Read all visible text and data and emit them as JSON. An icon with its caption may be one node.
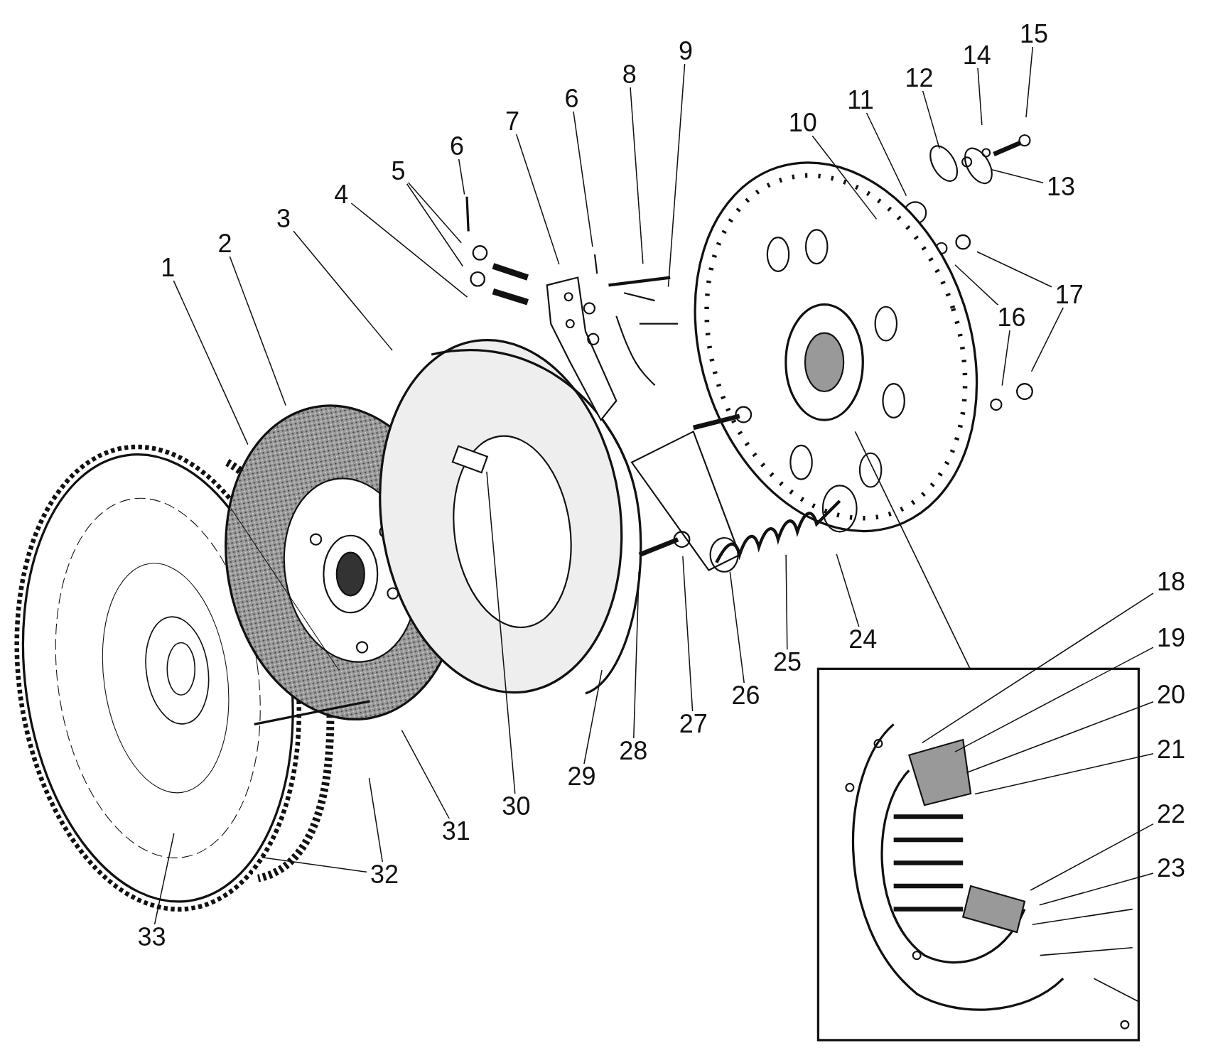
{
  "diagram": {
    "nodes": [
      {
        "text": [
          "1"
        ]
      },
      {
        "text": [
          "2"
        ]
      },
      {
        "text": [
          "3"
        ]
      },
      {
        "text": [
          "4"
        ]
      },
      {
        "text": [
          "5"
        ]
      },
      {
        "text": [
          "6"
        ]
      },
      {
        "text": [
          "7"
        ]
      },
      {
        "text": [
          "6"
        ]
      },
      {
        "text": [
          "8"
        ]
      },
      {
        "text": [
          "9"
        ]
      },
      {
        "text": [
          "10"
        ]
      },
      {
        "text": [
          "11"
        ]
      },
      {
        "text": [
          "12"
        ]
      },
      {
        "text": [
          "13"
        ]
      },
      {
        "text": [
          "14"
        ]
      },
      {
        "text": [
          "15"
        ]
      },
      {
        "text": [
          "16"
        ]
      },
      {
        "text": [
          "17"
        ]
      },
      {
        "text": [
          "18"
        ]
      },
      {
        "text": [
          "19"
        ]
      },
      {
        "text": [
          "20"
        ]
      },
      {
        "text": [
          "21"
        ]
      },
      {
        "text": [
          "22"
        ]
      },
      {
        "text": [
          "23"
        ]
      },
      {
        "text": [
          "24"
        ]
      },
      {
        "text": [
          "25"
        ]
      },
      {
        "text": [
          "26"
        ]
      },
      {
        "text": [
          "27"
        ]
      },
      {
        "text": [
          "28"
        ]
      },
      {
        "text": [
          "29"
        ]
      },
      {
        "text": [
          "30"
        ]
      },
      {
        "text": [
          "31"
        ]
      },
      {
        "text": [
          "32"
        ]
      },
      {
        "text": [
          "33"
        ]
      }
    ],
    "edges": [
      {
        "from": 0,
        "to": null,
        "arrow": "none"
      },
      {
        "from": 1,
        "to": null,
        "arrow": "none"
      },
      {
        "from": 2,
        "to": null,
        "arrow": "none"
      },
      {
        "from": 3,
        "to": null,
        "arrow": "none"
      },
      {
        "from": 4,
        "to": null,
        "arrow": "none"
      },
      {
        "from": 4,
        "to": null,
        "arrow": "none"
      },
      {
        "from": 5,
        "to": null,
        "arrow": "none"
      },
      {
        "from": 6,
        "to": null,
        "arrow": "none"
      },
      {
        "from": 7,
        "to": null,
        "arrow": "none"
      },
      {
        "from": 8,
        "to": null,
        "arrow": "none"
      },
      {
        "from": 9,
        "to": null,
        "arrow": "none"
      },
      {
        "from": 10,
        "to": null,
        "arrow": "none"
      },
      {
        "from": 11,
        "to": null,
        "arrow": "none"
      },
      {
        "from": 12,
        "to": null,
        "arrow": "none"
      },
      {
        "from": 13,
        "to": null,
        "arrow": "none"
      },
      {
        "from": 14,
        "to": null,
        "arrow": "none"
      },
      {
        "from": 15,
        "to": null,
        "arrow": "none"
      },
      {
        "from": 16,
        "to": null,
        "arrow": "none"
      },
      {
        "from": 16,
        "to": null,
        "arrow": "none"
      },
      {
        "from": 17,
        "to": null,
        "arrow": "none"
      },
      {
        "from": 17,
        "to": null,
        "arrow": "none"
      },
      {
        "from": 18,
        "to": null,
        "arrow": "none"
      },
      {
        "from": 19,
        "to": null,
        "arrow": "none"
      },
      {
        "from": 20,
        "to": null,
        "arrow": "none"
      },
      {
        "from": 21,
        "to": null,
        "arrow": "none"
      },
      {
        "from": 22,
        "to": null,
        "arrow": "none"
      },
      {
        "from": 23,
        "to": null,
        "arrow": "none"
      },
      {
        "from": 24,
        "to": null,
        "arrow": "none"
      },
      {
        "from": 25,
        "to": null,
        "arrow": "none"
      },
      {
        "from": 26,
        "to": null,
        "arrow": "none"
      },
      {
        "from": 27,
        "to": null,
        "arrow": "none"
      },
      {
        "from": 28,
        "to": null,
        "arrow": "none"
      },
      {
        "from": 29,
        "to": null,
        "arrow": "none"
      },
      {
        "from": 30,
        "to": null,
        "arrow": "none"
      },
      {
        "from": 31,
        "to": null,
        "arrow": "none"
      },
      {
        "from": 32,
        "to": null,
        "arrow": "none"
      },
      {
        "from": 32,
        "to": null,
        "arrow": "none"
      },
      {
        "from": 33,
        "to": null,
        "arrow": "none"
      }
    ]
  }
}
